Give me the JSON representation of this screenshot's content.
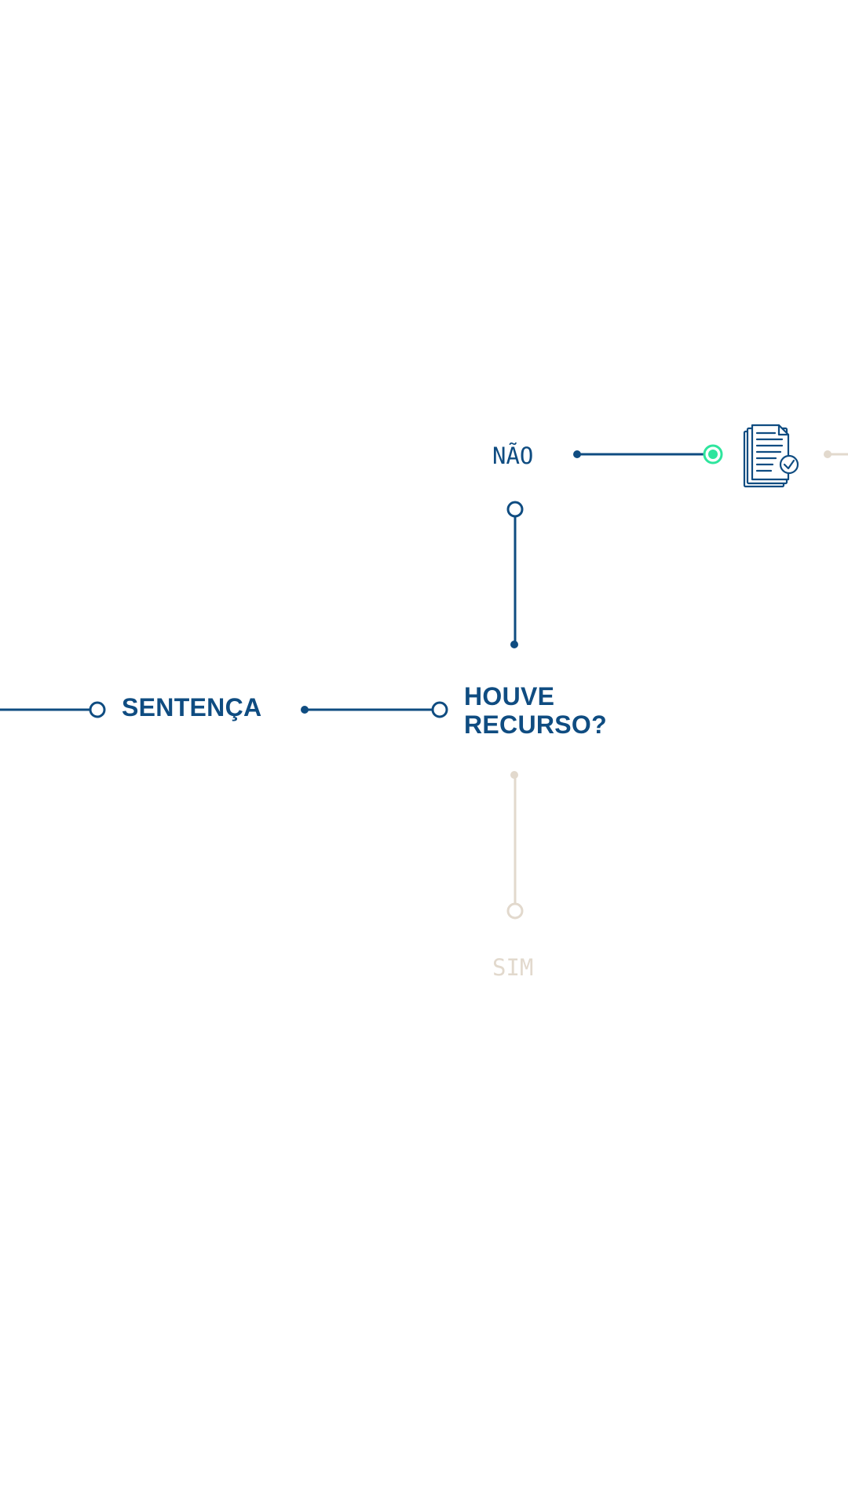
{
  "nodes": {
    "sentenca": "SENTENÇA",
    "question_line1": "HOUVE",
    "question_line2": "RECURSO?"
  },
  "branches": {
    "no": "NÃO",
    "yes": "SIM"
  },
  "colors": {
    "primary": "#0f4c81",
    "inactive": "#e2d9cd",
    "active_dot": "#2ee59d",
    "background": "#ffffff"
  },
  "icons": {
    "document": "document-check-icon"
  }
}
